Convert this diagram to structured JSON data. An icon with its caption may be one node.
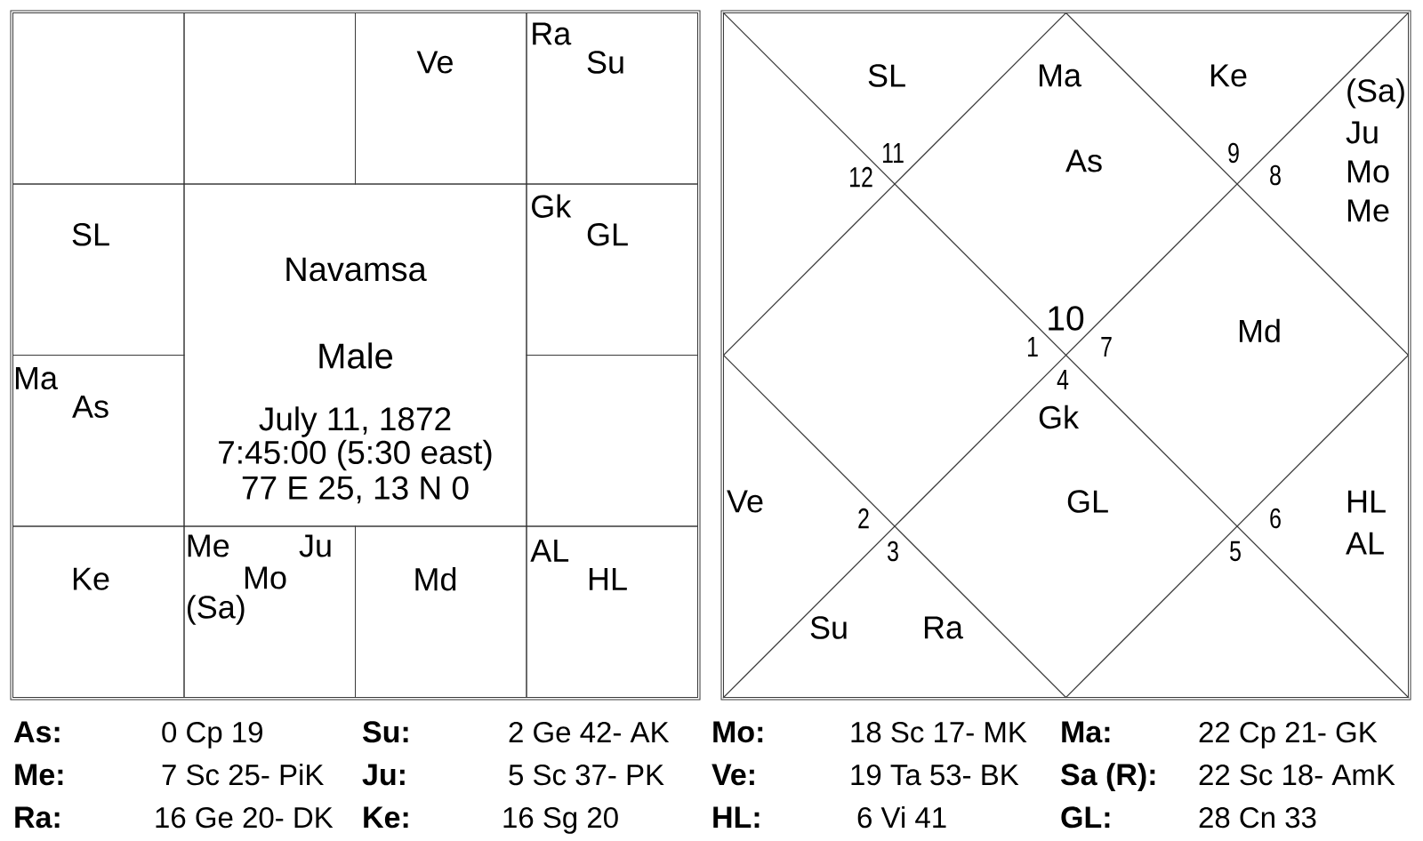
{
  "diagram": {
    "nodes": [
      {
        "text": [],
        "shape": "box"
      },
      {
        "text": [],
        "shape": "box",
        "in": 0
      },
      {
        "text": [],
        "shape": "box",
        "in": 0
      },
      {
        "text": [
          "Ve"
        ],
        "in": 0
      },
      {
        "text": [
          "Ra",
          "Su"
        ],
        "in": 0
      },
      {
        "text": [
          "SL"
        ],
        "in": 0
      },
      {
        "text": [
          "Navamsa",
          "Male",
          "July 11, 1872",
          "7:45:00 (5:30 east)",
          "77 E 25, 13 N 0"
        ],
        "in": 0
      },
      {
        "text": [
          "Gk",
          "GL"
        ],
        "in": 0
      },
      {
        "text": [
          "Ma",
          "As"
        ],
        "in": 0
      },
      {
        "text": [],
        "shape": "box",
        "in": 0
      },
      {
        "text": [
          "Ke"
        ],
        "in": 0
      },
      {
        "text": [
          "Me",
          "Ju",
          "Mo",
          "(Sa)"
        ],
        "in": 0
      },
      {
        "text": [
          "Md"
        ],
        "in": 0
      },
      {
        "text": [
          "AL",
          "HL"
        ],
        "in": 0
      },
      {
        "text": [],
        "shape": "box"
      },
      {
        "text": [
          "Ma",
          "As",
          "10"
        ],
        "in": 14
      },
      {
        "text": [
          "SL",
          "11"
        ],
        "in": 14
      },
      {
        "text": [
          "12"
        ],
        "in": 14
      },
      {
        "text": [
          "1"
        ],
        "in": 14
      },
      {
        "text": [
          "Ve",
          "2"
        ],
        "in": 14
      },
      {
        "text": [
          "3",
          "Su",
          "Ra"
        ],
        "in": 14
      },
      {
        "text": [
          "4",
          "Gk",
          "GL"
        ],
        "in": 14
      },
      {
        "text": [
          "5"
        ],
        "in": 14
      },
      {
        "text": [
          "6",
          "HL",
          "AL"
        ],
        "in": 14
      },
      {
        "text": [
          "7",
          "Md"
        ],
        "in": 14
      },
      {
        "text": [
          "8",
          "(Sa)",
          "Ju",
          "Mo",
          "Me"
        ],
        "in": 14
      },
      {
        "text": [
          "Ke",
          "9"
        ],
        "in": 14
      }
    ],
    "labels": [
      "As:",
      "0 Cp 19",
      "Su:",
      "2 Ge 42- AK",
      "Mo:",
      "18 Sc 17- MK",
      "Ma:",
      "22 Cp 21- GK",
      "Me:",
      "7 Sc 25- PiK",
      "Ju:",
      "5 Sc 37- PK",
      "Ve:",
      "19 Ta 53- BK",
      "Sa (R):",
      "22 Sc 18- AmK",
      "Ra:",
      "16 Ge 20- DK",
      "Ke:",
      "16 Sg 20",
      "HL:",
      "6 Vi 41",
      "GL:",
      "28 Cn 33"
    ]
  }
}
